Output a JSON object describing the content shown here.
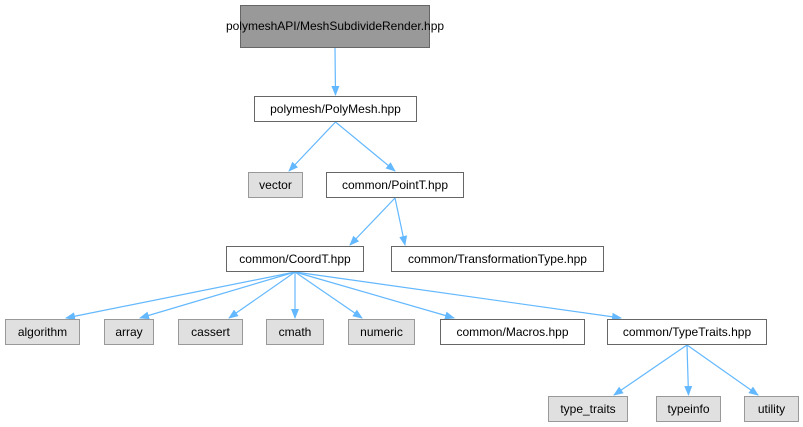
{
  "diagram": {
    "title_node": "polymeshAPI/MeshSubdivideRender.hpp",
    "nodes": {
      "root": {
        "label": "polymeshAPI/MeshSubdivideRender.hpp",
        "kind": "target"
      },
      "polymesh": {
        "label": "polymesh/PolyMesh.hpp",
        "kind": "local"
      },
      "vector": {
        "label": "vector",
        "kind": "system"
      },
      "pointt": {
        "label": "common/PointT.hpp",
        "kind": "local"
      },
      "coordt": {
        "label": "common/CoordT.hpp",
        "kind": "local"
      },
      "transformationtype": {
        "label": "common/TransformationType.hpp",
        "kind": "local"
      },
      "algorithm": {
        "label": "algorithm",
        "kind": "system"
      },
      "array": {
        "label": "array",
        "kind": "system"
      },
      "cassert": {
        "label": "cassert",
        "kind": "system"
      },
      "cmath": {
        "label": "cmath",
        "kind": "system"
      },
      "numeric": {
        "label": "numeric",
        "kind": "system"
      },
      "macros": {
        "label": "common/Macros.hpp",
        "kind": "local"
      },
      "typetraits": {
        "label": "common/TypeTraits.hpp",
        "kind": "local"
      },
      "type_traits": {
        "label": "type_traits",
        "kind": "system"
      },
      "typeinfo": {
        "label": "typeinfo",
        "kind": "system"
      },
      "utility": {
        "label": "utility",
        "kind": "system"
      }
    },
    "edges": [
      [
        "root",
        "polymesh"
      ],
      [
        "polymesh",
        "vector"
      ],
      [
        "polymesh",
        "pointt"
      ],
      [
        "pointt",
        "coordt"
      ],
      [
        "pointt",
        "transformationtype"
      ],
      [
        "coordt",
        "algorithm"
      ],
      [
        "coordt",
        "array"
      ],
      [
        "coordt",
        "cassert"
      ],
      [
        "coordt",
        "cmath"
      ],
      [
        "coordt",
        "numeric"
      ],
      [
        "coordt",
        "macros"
      ],
      [
        "coordt",
        "typetraits"
      ],
      [
        "typetraits",
        "type_traits"
      ],
      [
        "typetraits",
        "typeinfo"
      ],
      [
        "typetraits",
        "utility"
      ]
    ],
    "colors": {
      "edge": "#63b8ff",
      "target_fill": "#999999",
      "local_fill": "#ffffff",
      "system_fill": "#e0e0e0",
      "border": "#666666"
    }
  }
}
